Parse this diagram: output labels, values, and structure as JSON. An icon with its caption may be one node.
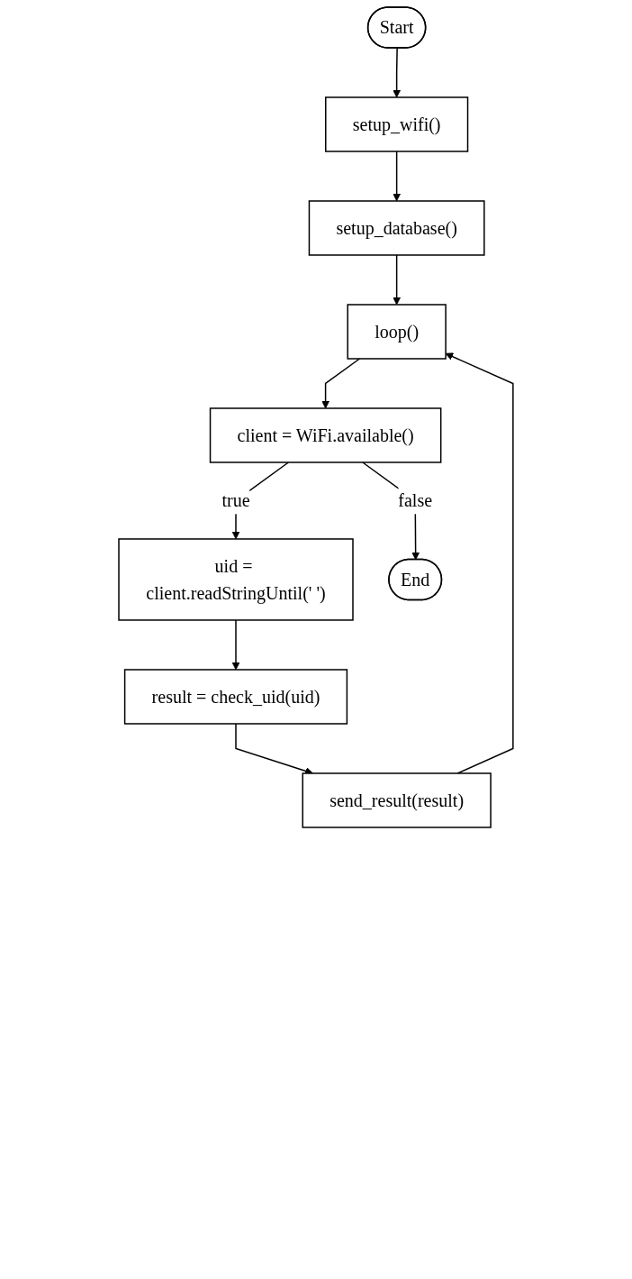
{
  "diagram": {
    "nodes": [
      {
        "text": [
          "Start"
        ]
      },
      {
        "text": [
          "setup_wifi()"
        ]
      },
      {
        "text": [
          "setup_database()"
        ]
      },
      {
        "text": [
          "loop()"
        ]
      },
      {
        "text": [
          "client = WiFi.available()"
        ]
      },
      {
        "text": [
          "uid = client.readStringUntil(' ')"
        ]
      },
      {
        "text": [
          "End"
        ]
      },
      {
        "text": [
          "result = check_uid(uid)"
        ]
      },
      {
        "text": [
          "send_result(result)"
        ]
      }
    ],
    "edges": [
      {
        "from": 0,
        "to": 1,
        "arrow": "to"
      },
      {
        "from": 1,
        "to": 2,
        "arrow": "to"
      },
      {
        "from": 2,
        "to": 3,
        "arrow": "to"
      },
      {
        "from": 3,
        "to": 4,
        "arrow": "to"
      },
      {
        "from": 4,
        "to": 5,
        "label": "true",
        "arrow": "to"
      },
      {
        "from": 4,
        "to": 6,
        "label": "false",
        "arrow": "to"
      },
      {
        "from": 5,
        "to": 7,
        "arrow": "to"
      },
      {
        "from": 7,
        "to": 8,
        "arrow": "to"
      },
      {
        "from": 8,
        "to": 3,
        "arrow": "to"
      }
    ]
  }
}
